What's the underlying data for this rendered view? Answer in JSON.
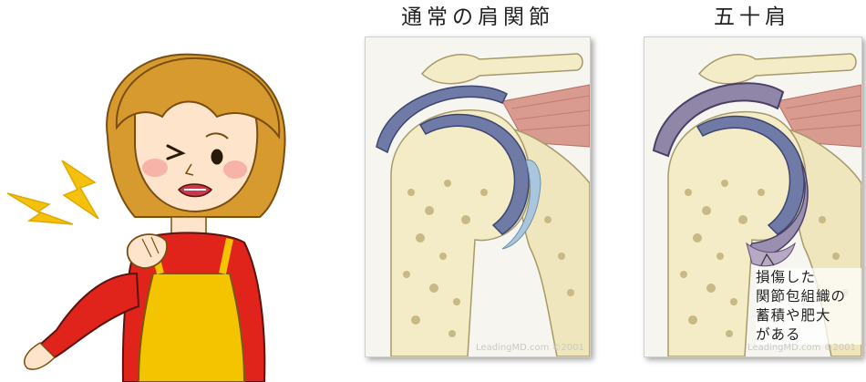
{
  "headings": {
    "normal": "通常の肩関節",
    "frozen": "五十肩"
  },
  "annotation": {
    "lines": [
      "損傷した",
      "関節包組織の",
      "蓄積や肥大",
      "がある"
    ]
  },
  "credits": {
    "normal": "LeadingMD.com ©2001",
    "frozen": "LeadingMD.com ©2001"
  },
  "colors": {
    "bone": "#f3ecc6",
    "cartilage": "#6f7aa6",
    "muscle": "#d99a8f",
    "skin": "#ffe4cc",
    "hair": "#d79a2e",
    "shirt": "#e0231b",
    "apron": "#f5c400",
    "lightning": "#f4c20d"
  }
}
